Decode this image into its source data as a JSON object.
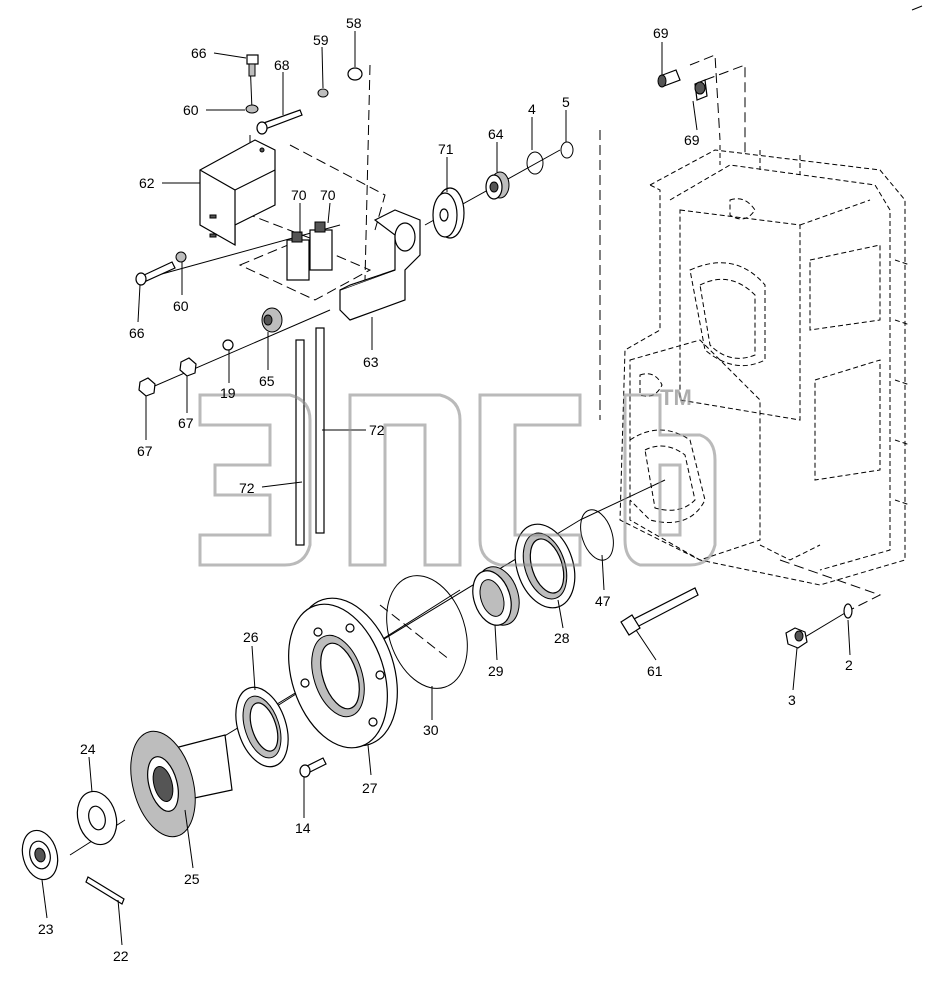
{
  "diagram": {
    "labels": [
      "66",
      "58",
      "59",
      "68",
      "60",
      "62",
      "70",
      "70",
      "71",
      "64",
      "4",
      "5",
      "69",
      "69",
      "66",
      "60",
      "63",
      "65",
      "19",
      "67",
      "67",
      "72",
      "72",
      "47",
      "28",
      "29",
      "30",
      "26",
      "27",
      "14",
      "61",
      "3",
      "2",
      "24",
      "25",
      "23",
      "22"
    ]
  },
  "watermark": {
    "brand": "эпсб",
    "mark": "TM"
  }
}
